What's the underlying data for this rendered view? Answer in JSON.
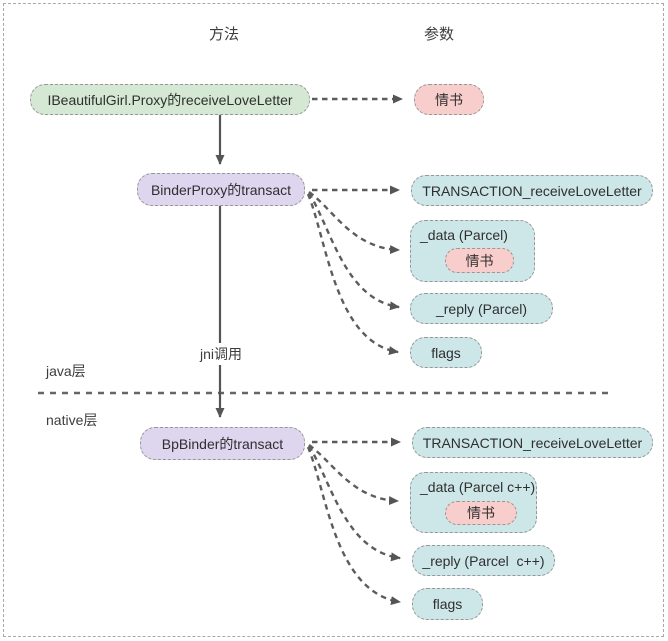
{
  "diagram": {
    "columns": {
      "method": "方法",
      "params": "参数"
    },
    "layers": {
      "java_label": "java层",
      "native_label": "native层",
      "jni_call_label": "jni调用"
    },
    "java_flow": {
      "proxy_method": "IBeautifulGirl.Proxy的receiveLoveLetter",
      "love_letter_param": "情书",
      "transact_method": "BinderProxy的transact",
      "transaction_code": "TRANSACTION_receiveLoveLetter",
      "data_parcel": "_data (Parcel)",
      "data_parcel_inner": "情书",
      "reply_parcel": "_reply (Parcel)",
      "flags": "flags"
    },
    "native_flow": {
      "transact_method": "BpBinder的transact",
      "transaction_code": "TRANSACTION_receiveLoveLetter",
      "data_parcel": "_data (Parcel c++)",
      "data_parcel_inner": "情书",
      "reply_parcel": "_reply (Parcel  c++)",
      "flags": "flags"
    },
    "colors": {
      "method_proxy_fill": "#d5e8d4",
      "transact_fill": "#ded5ee",
      "param_fill": "#cde6e8",
      "letter_fill": "#f8cecc",
      "line_gray": "#5c5c5c",
      "border_gray": "#979797"
    }
  }
}
